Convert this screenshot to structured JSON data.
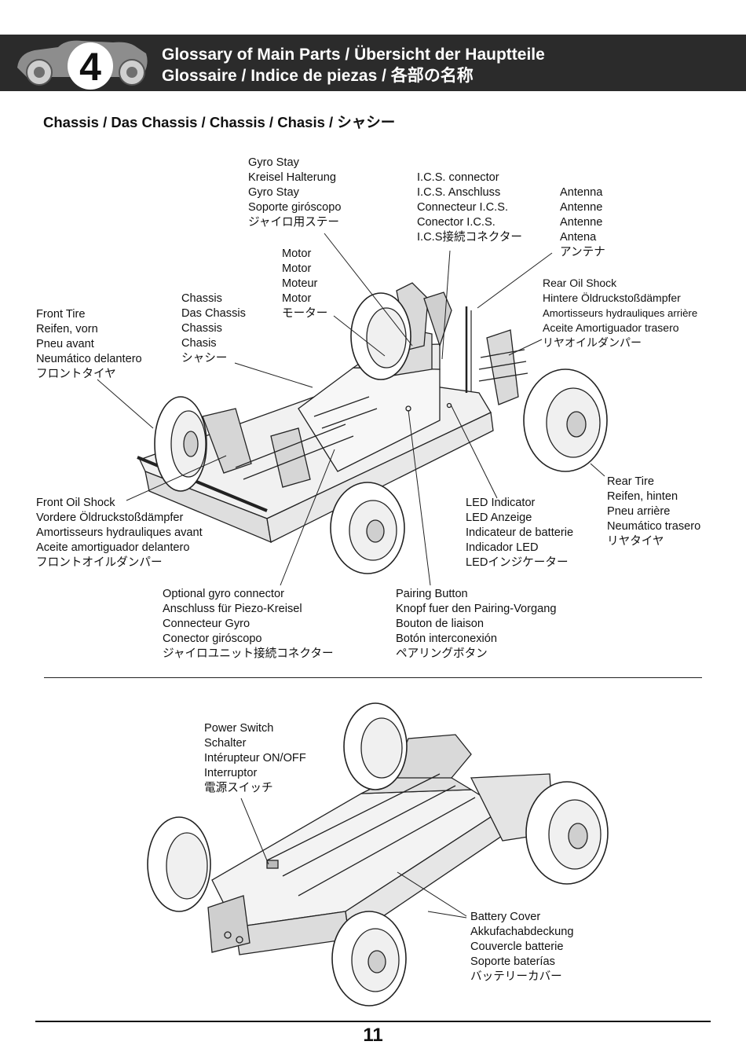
{
  "header": {
    "step_number": "4",
    "title_line1": "Glossary of Main Parts  /  Übersicht der Hauptteile",
    "title_line2": "Glossaire  /  Indice de piezas  /  各部の名称"
  },
  "section": {
    "title": "Chassis / Das Chassis / Chassis / Chasis  / シャシー"
  },
  "labels_top": {
    "gyro_stay": [
      "Gyro Stay",
      "Kreisel Halterung",
      "Gyro Stay",
      "Soporte giróscopo",
      "ジャイロ用ステー"
    ],
    "ics_connector": [
      "I.C.S. connector",
      "I.C.S. Anschluss",
      "Connecteur I.C.S.",
      "Conector I.C.S.",
      "I.C.S接続コネクター"
    ],
    "antenna": [
      "Antenna",
      "Antenne",
      "Antenne",
      "Antena",
      "アンテナ"
    ],
    "motor": [
      "Motor",
      "Motor",
      "Moteur",
      "Motor",
      "モーター"
    ],
    "chassis": [
      "Chassis",
      "Das Chassis",
      "Chassis",
      "Chasis",
      "シャシー"
    ],
    "front_tire": [
      "Front Tire",
      "Reifen, vorn",
      "Pneu avant",
      "Neumático delantero",
      "フロントタイヤ"
    ],
    "rear_oil_shock": [
      "Rear Oil Shock",
      "Hintere Öldruckstoßdämpfer",
      "Amortisseurs hydrauliques arrière",
      "Aceite Amortiguador trasero",
      "リヤオイルダンパー"
    ],
    "rear_tire": [
      "Rear Tire",
      "Reifen, hinten",
      "Pneu arrière",
      "Neumático trasero",
      "リヤタイヤ"
    ],
    "front_oil_shock": [
      "Front Oil Shock",
      "Vordere Öldruckstoßdämpfer",
      "Amortisseurs hydrauliques avant",
      "Aceite amortiguador delantero",
      "フロントオイルダンパー"
    ],
    "led_indicator": [
      "LED Indicator",
      "LED Anzeige",
      "Indicateur de batterie",
      "Indicador LED",
      "LEDインジケーター"
    ],
    "optional_gyro": [
      "Optional gyro connector",
      "Anschluss für Piezo-Kreisel",
      "Connecteur Gyro",
      "Conector giróscopo",
      "ジャイロユニット接続コネクター"
    ],
    "pairing_button": [
      "Pairing Button",
      "Knopf fuer den Pairing-Vorgang",
      "Bouton de liaison",
      "Botón interconexión",
      "ペアリングボタン"
    ]
  },
  "labels_bottom": {
    "power_switch": [
      "Power Switch",
      "Schalter",
      "Intérupteur ON/OFF",
      "Interruptor",
      "電源スイッチ"
    ],
    "battery_cover": [
      "Battery Cover",
      "Akkufachabdeckung",
      "Couvercle batterie",
      "Soporte baterías",
      "バッテリーカバー"
    ]
  },
  "footer": {
    "page_number": "11"
  },
  "colors": {
    "header_band": "#2b2b2b",
    "ink": "#111111",
    "paper": "#ffffff"
  }
}
